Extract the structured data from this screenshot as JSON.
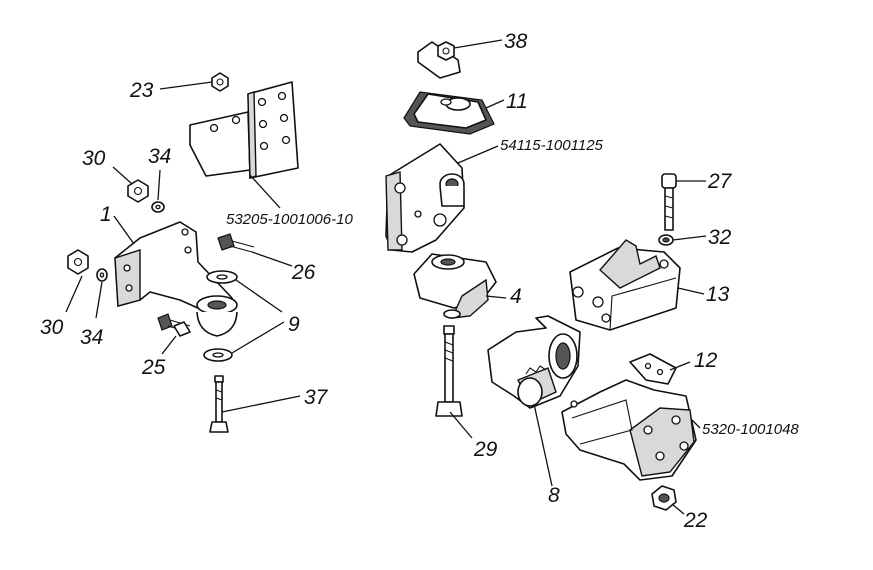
{
  "labels": {
    "p1": "1",
    "p8": "8",
    "p9": "9",
    "p4": "4",
    "p11": "11",
    "p12": "12",
    "p13": "13",
    "p22": "22",
    "p23": "23",
    "p25": "25",
    "p26": "26",
    "p27": "27",
    "p29": "29",
    "p30a": "30",
    "p30b": "30",
    "p32": "32",
    "p34a": "34",
    "p34b": "34",
    "p37": "37",
    "p38": "38",
    "c53205": "53205-1001006-10",
    "c54115": "54115-1001125",
    "c5320": "5320-1001048"
  }
}
